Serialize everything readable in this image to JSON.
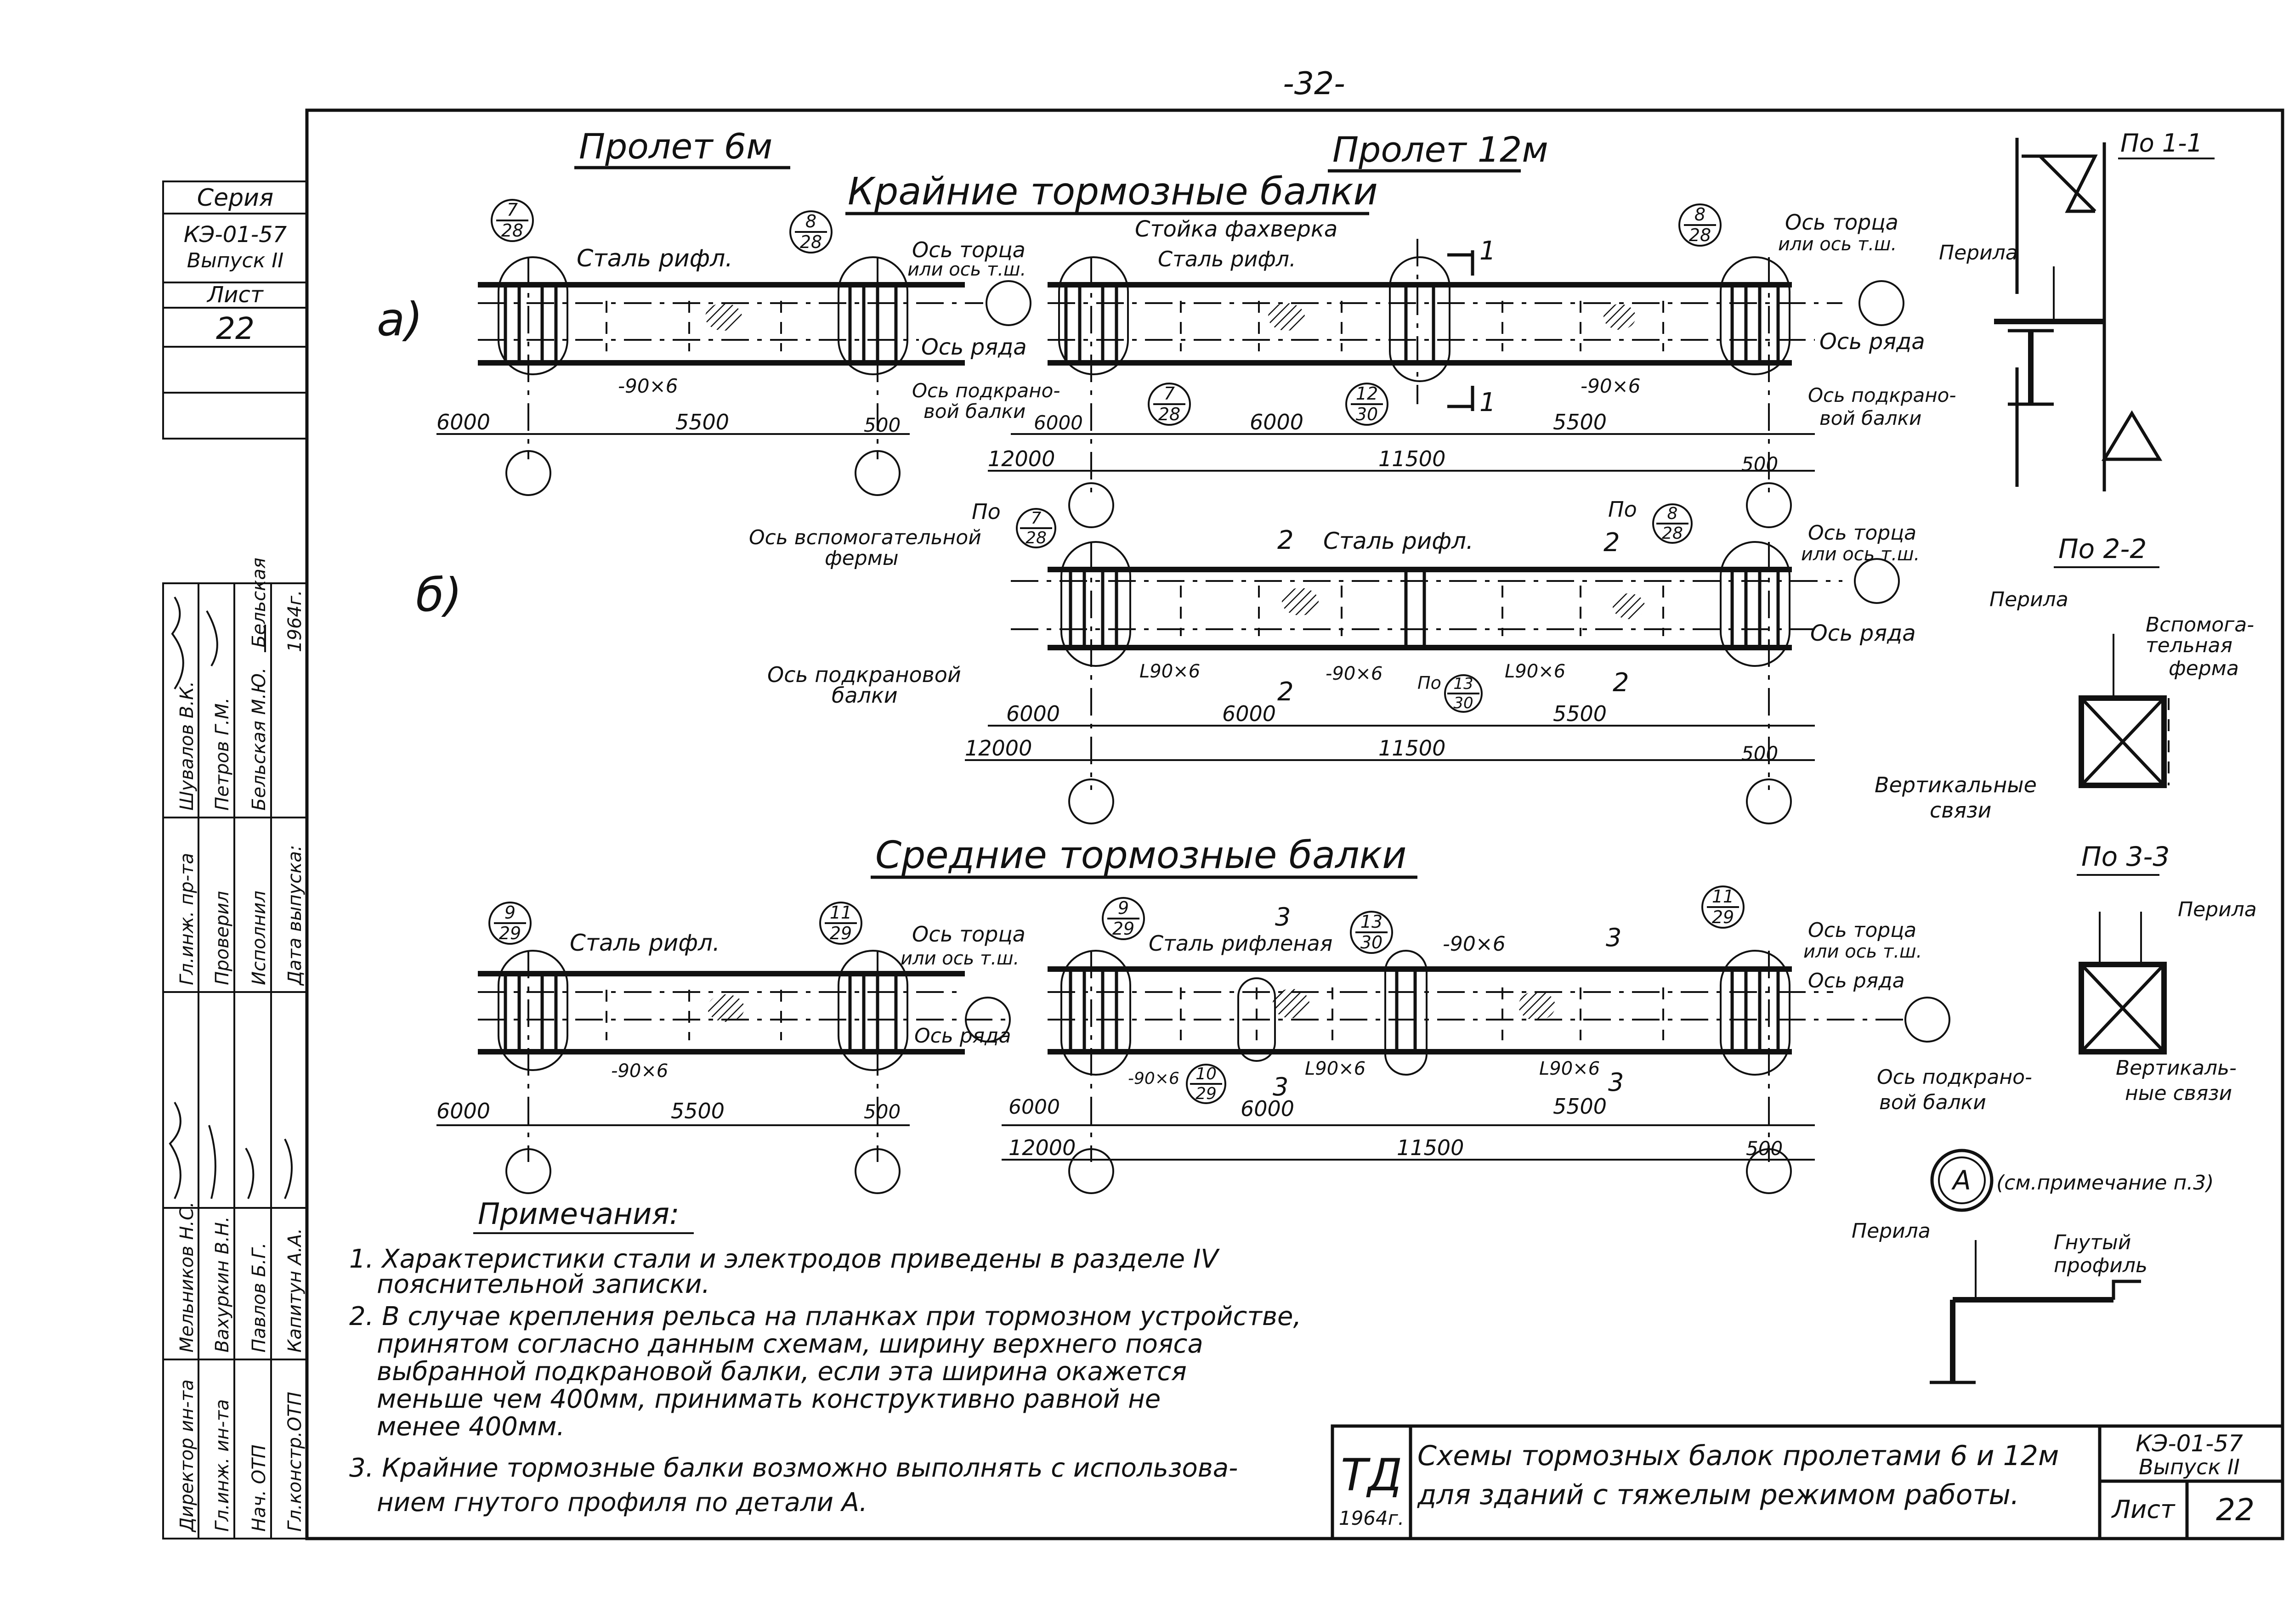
{
  "page_number": "-32-",
  "titles": {
    "span6": "Пролет 6м",
    "span12": "Пролет 12м",
    "edge_beams": "Крайние тормозные балки",
    "middle_beams": "Средние тормозные балки",
    "variant_a": "а)",
    "variant_b": "б)"
  },
  "series_block": {
    "series_label": "Серия",
    "series_code": "КЭ-01-57",
    "issue": "Выпуск II",
    "sheet_label": "Лист",
    "sheet_no": "22"
  },
  "labels": {
    "steel_ribbed": "Сталь рифл.",
    "steel_ribbed_full": "Сталь рифленая",
    "end_axis_1": "Ось торца",
    "end_axis_1b": "или ось т.ш.",
    "end_axis_2": "Ось торца",
    "end_axis_2b": "или ось т.ш.",
    "row_axis": "Ось ряда",
    "crane_axis_1": "Ось подкрано-",
    "crane_axis_1b": "вой балки",
    "crane_axis_2": "Ось подкрано-",
    "crane_axis_2b": "вой балки",
    "rack": "Стойка фахверка",
    "aux_truss_1": "Ось вспомогательной",
    "aux_truss_2": "фермы",
    "crane_axis_b1": "Ось подкрановой",
    "crane_axis_b2": "балки",
    "plate": "-90×6",
    "angle": "L90×6",
    "po": "По",
    "sec1": "1",
    "sec2": "2",
    "sec3": "3"
  },
  "callouts": {
    "c7_28": [
      "7",
      "28"
    ],
    "c8_28": [
      "8",
      "28"
    ],
    "c12_30": [
      "12",
      "30"
    ],
    "c13_30": [
      "13",
      "30"
    ],
    "c9_29": [
      "9",
      "29"
    ],
    "c11_29": [
      "11",
      "29"
    ],
    "c10_29": [
      "10",
      "29"
    ]
  },
  "dims": {
    "d6000": "6000",
    "d5500": "5500",
    "d500": "500",
    "d12000": "12000",
    "d11500": "11500"
  },
  "sections": {
    "s11": "По 1-1",
    "s22": "По 2-2",
    "s33": "По 3-3",
    "railing": "Перила",
    "aux_truss_a": "Вспомога-",
    "aux_truss_b": "тельная",
    "aux_truss_c": "ферма",
    "vert_braces_a": "Вертикальные",
    "vert_braces_b": "связи",
    "vert_braces_c": "Вертикаль-",
    "vert_braces_d": "ные связи",
    "detail_a_letter": "А",
    "detail_a_note": "(см.примечание п.3)",
    "bent_profile_a": "Гнутый",
    "bent_profile_b": "профиль"
  },
  "notes": {
    "heading": "Примечания:",
    "n1a": "1. Характеристики стали и электродов приведены в разделе IV",
    "n1b": "пояснительной записки.",
    "n2a": "2. В случае крепления рельса на планках при тормозном устройстве,",
    "n2b": "принятом согласно данным схемам, ширину верхнего пояса",
    "n2c": "выбранной подкрановой балки, если эта ширина окажется",
    "n2d": "меньше чем 400мм, принимать конструктивно равной не",
    "n2e": "менее 400мм.",
    "n3a": "3. Крайние тормозные балки возможно выполнять с использова-",
    "n3b": "нием гнутого профиля по детали А."
  },
  "title_block": {
    "org": "ТД",
    "year": "1964г.",
    "title_1": "Схемы тормозных балок пролетами 6 и 12м",
    "title_2": "для зданий с тяжелым режимом работы.",
    "code": "КЭ-01-57",
    "issue": "Выпуск II",
    "sheet_label": "Лист",
    "sheet_no": "22"
  },
  "signatures": {
    "roles": [
      "Директор ин-та",
      "Гл.инж. ин-та",
      "Нач. ОТП",
      "Гл.констр.ОТП"
    ],
    "names": [
      "Мельников Н.С.",
      "Вахуркин В.Н.",
      "Павлов Б.Г.",
      "Капитун А.А."
    ],
    "roles2": [
      "Гл.инж. пр-та",
      "Проверил",
      "Исполнил",
      "Дата выпуска:"
    ],
    "names2": [
      "Шувалов В.К.",
      "Петров Г.М.",
      "Бельская М.Ю.",
      "1964г."
    ],
    "sign3": "Бельская"
  }
}
